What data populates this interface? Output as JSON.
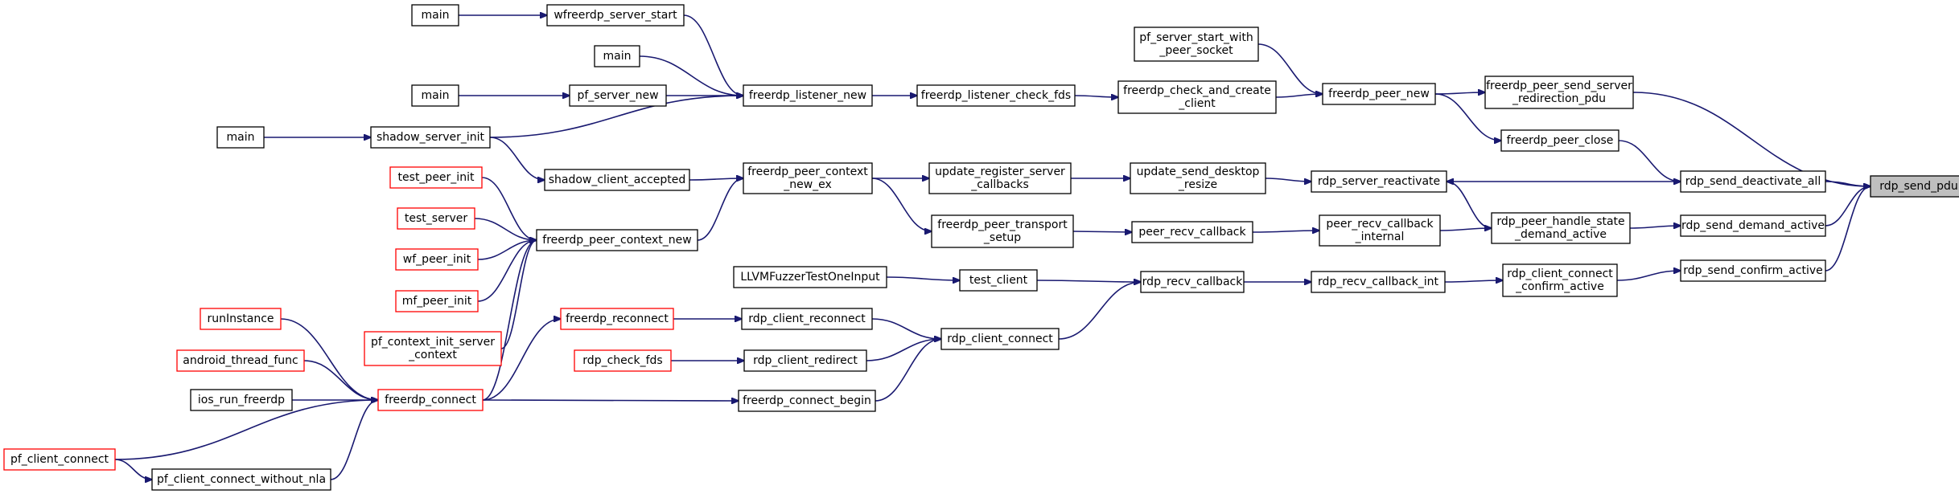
{
  "colors": {
    "edge": "#191970",
    "node_border_normal": "#000000",
    "node_border_truncated": "#ff0000",
    "node_fill": "#ffffff",
    "root_fill": "#bfbfbf"
  },
  "nodes": [
    {
      "id": "rdp_send_pdu",
      "lines": [
        "rdp_send_pdu"
      ],
      "border": "black",
      "root": true
    },
    {
      "id": "rdp_send_deactivate_all",
      "lines": [
        "rdp_send_deactivate_all"
      ],
      "border": "black"
    },
    {
      "id": "rdp_send_demand_active",
      "lines": [
        "rdp_send_demand_active"
      ],
      "border": "black"
    },
    {
      "id": "rdp_send_confirm_active",
      "lines": [
        "rdp_send_confirm_active"
      ],
      "border": "black"
    },
    {
      "id": "freerdp_peer_send_server_redirection_pdu",
      "lines": [
        "freerdp_peer_send_server",
        "_redirection_pdu"
      ],
      "border": "black"
    },
    {
      "id": "freerdp_peer_close",
      "lines": [
        "freerdp_peer_close"
      ],
      "border": "black"
    },
    {
      "id": "rdp_server_reactivate",
      "lines": [
        "rdp_server_reactivate"
      ],
      "border": "black"
    },
    {
      "id": "rdp_peer_handle_state_demand_active",
      "lines": [
        "rdp_peer_handle_state",
        "_demand_active"
      ],
      "border": "black"
    },
    {
      "id": "rdp_client_connect_confirm_active",
      "lines": [
        "rdp_client_connect",
        "_confirm_active"
      ],
      "border": "black"
    },
    {
      "id": "freerdp_peer_new",
      "lines": [
        "freerdp_peer_new"
      ],
      "border": "black"
    },
    {
      "id": "pf_server_start_with_peer_socket",
      "lines": [
        "pf_server_start_with",
        "_peer_socket"
      ],
      "border": "black"
    },
    {
      "id": "freerdp_check_and_create_client",
      "lines": [
        "freerdp_check_and_create",
        "_client"
      ],
      "border": "black"
    },
    {
      "id": "freerdp_listener_check_fds",
      "lines": [
        "freerdp_listener_check_fds"
      ],
      "border": "black"
    },
    {
      "id": "freerdp_listener_new",
      "lines": [
        "freerdp_listener_new"
      ],
      "border": "black"
    },
    {
      "id": "wfreerdp_server_start",
      "lines": [
        "wfreerdp_server_start"
      ],
      "border": "black"
    },
    {
      "id": "main_1",
      "lines": [
        "main"
      ],
      "border": "black"
    },
    {
      "id": "main_2",
      "lines": [
        "main"
      ],
      "border": "black"
    },
    {
      "id": "pf_server_new",
      "lines": [
        "pf_server_new"
      ],
      "border": "black"
    },
    {
      "id": "main_3",
      "lines": [
        "main"
      ],
      "border": "black"
    },
    {
      "id": "shadow_server_init",
      "lines": [
        "shadow_server_init"
      ],
      "border": "black"
    },
    {
      "id": "main_4",
      "lines": [
        "main"
      ],
      "border": "black"
    },
    {
      "id": "update_send_desktop_resize",
      "lines": [
        "update_send_desktop",
        "_resize"
      ],
      "border": "black"
    },
    {
      "id": "update_register_server_callbacks",
      "lines": [
        "update_register_server",
        "_callbacks"
      ],
      "border": "black"
    },
    {
      "id": "freerdp_peer_context_new_ex",
      "lines": [
        "freerdp_peer_context",
        "_new_ex"
      ],
      "border": "black"
    },
    {
      "id": "shadow_client_accepted",
      "lines": [
        "shadow_client_accepted"
      ],
      "border": "black"
    },
    {
      "id": "freerdp_peer_context_new",
      "lines": [
        "freerdp_peer_context_new"
      ],
      "border": "black"
    },
    {
      "id": "test_peer_init",
      "lines": [
        "test_peer_init"
      ],
      "border": "red"
    },
    {
      "id": "test_server",
      "lines": [
        "test_server"
      ],
      "border": "red"
    },
    {
      "id": "wf_peer_init",
      "lines": [
        "wf_peer_init"
      ],
      "border": "red"
    },
    {
      "id": "mf_peer_init",
      "lines": [
        "mf_peer_init"
      ],
      "border": "red"
    },
    {
      "id": "pf_context_init_server_context",
      "lines": [
        "pf_context_init_server",
        "_context"
      ],
      "border": "red"
    },
    {
      "id": "peer_recv_callback_internal",
      "lines": [
        "peer_recv_callback",
        "_internal"
      ],
      "border": "black"
    },
    {
      "id": "peer_recv_callback",
      "lines": [
        "peer_recv_callback"
      ],
      "border": "black"
    },
    {
      "id": "freerdp_peer_transport_setup",
      "lines": [
        "freerdp_peer_transport",
        "_setup"
      ],
      "border": "black"
    },
    {
      "id": "rdp_recv_callback_int",
      "lines": [
        "rdp_recv_callback_int"
      ],
      "border": "black"
    },
    {
      "id": "rdp_recv_callback",
      "lines": [
        "rdp_recv_callback"
      ],
      "border": "black"
    },
    {
      "id": "test_client",
      "lines": [
        "test_client"
      ],
      "border": "black"
    },
    {
      "id": "LLVMFuzzerTestOneInput",
      "lines": [
        "LLVMFuzzerTestOneInput"
      ],
      "border": "black"
    },
    {
      "id": "rdp_client_connect",
      "lines": [
        "rdp_client_connect"
      ],
      "border": "black"
    },
    {
      "id": "rdp_client_reconnect",
      "lines": [
        "rdp_client_reconnect"
      ],
      "border": "black"
    },
    {
      "id": "freerdp_reconnect",
      "lines": [
        "freerdp_reconnect"
      ],
      "border": "red"
    },
    {
      "id": "rdp_client_redirect",
      "lines": [
        "rdp_client_redirect"
      ],
      "border": "black"
    },
    {
      "id": "rdp_check_fds",
      "lines": [
        "rdp_check_fds"
      ],
      "border": "red"
    },
    {
      "id": "freerdp_connect_begin",
      "lines": [
        "freerdp_connect_begin"
      ],
      "border": "black"
    },
    {
      "id": "freerdp_connect",
      "lines": [
        "freerdp_connect"
      ],
      "border": "red"
    },
    {
      "id": "runInstance",
      "lines": [
        "runInstance"
      ],
      "border": "red"
    },
    {
      "id": "android_thread_func",
      "lines": [
        "android_thread_func"
      ],
      "border": "red"
    },
    {
      "id": "ios_run_freerdp",
      "lines": [
        "ios_run_freerdp"
      ],
      "border": "black"
    },
    {
      "id": "pf_client_connect",
      "lines": [
        "pf_client_connect"
      ],
      "border": "red"
    },
    {
      "id": "pf_client_connect_without_nla",
      "lines": [
        "pf_client_connect_without_nla"
      ],
      "border": "black"
    }
  ],
  "edges": [
    {
      "from": "rdp_send_deactivate_all",
      "to": "rdp_send_pdu"
    },
    {
      "from": "rdp_send_demand_active",
      "to": "rdp_send_pdu"
    },
    {
      "from": "rdp_send_confirm_active",
      "to": "rdp_send_pdu"
    },
    {
      "from": "freerdp_peer_send_server_redirection_pdu",
      "to": "rdp_send_pdu"
    },
    {
      "from": "freerdp_peer_close",
      "to": "rdp_send_deactivate_all"
    },
    {
      "from": "rdp_server_reactivate",
      "to": "rdp_send_deactivate_all"
    },
    {
      "from": "rdp_peer_handle_state_demand_active",
      "to": "rdp_send_demand_active"
    },
    {
      "from": "rdp_peer_handle_state_demand_active",
      "to": "rdp_server_reactivate"
    },
    {
      "from": "rdp_client_connect_confirm_active",
      "to": "rdp_send_confirm_active"
    },
    {
      "from": "freerdp_peer_new",
      "to": "freerdp_peer_send_server_redirection_pdu"
    },
    {
      "from": "freerdp_peer_new",
      "to": "freerdp_peer_close"
    },
    {
      "from": "pf_server_start_with_peer_socket",
      "to": "freerdp_peer_new"
    },
    {
      "from": "freerdp_check_and_create_client",
      "to": "freerdp_peer_new"
    },
    {
      "from": "freerdp_listener_check_fds",
      "to": "freerdp_check_and_create_client"
    },
    {
      "from": "freerdp_listener_new",
      "to": "freerdp_listener_check_fds"
    },
    {
      "from": "wfreerdp_server_start",
      "to": "freerdp_listener_new"
    },
    {
      "from": "main_1",
      "to": "wfreerdp_server_start"
    },
    {
      "from": "main_2",
      "to": "freerdp_listener_new"
    },
    {
      "from": "pf_server_new",
      "to": "freerdp_listener_new"
    },
    {
      "from": "main_3",
      "to": "pf_server_new"
    },
    {
      "from": "shadow_server_init",
      "to": "freerdp_listener_new"
    },
    {
      "from": "main_4",
      "to": "shadow_server_init"
    },
    {
      "from": "update_send_desktop_resize",
      "to": "rdp_server_reactivate"
    },
    {
      "from": "update_register_server_callbacks",
      "to": "update_send_desktop_resize"
    },
    {
      "from": "freerdp_peer_context_new_ex",
      "to": "update_register_server_callbacks"
    },
    {
      "from": "freerdp_peer_context_new_ex",
      "to": "freerdp_peer_transport_setup"
    },
    {
      "from": "shadow_client_accepted",
      "to": "freerdp_peer_context_new_ex"
    },
    {
      "from": "shadow_server_init",
      "to": "shadow_client_accepted"
    },
    {
      "from": "freerdp_peer_context_new",
      "to": "freerdp_peer_context_new_ex"
    },
    {
      "from": "test_peer_init",
      "to": "freerdp_peer_context_new"
    },
    {
      "from": "test_server",
      "to": "freerdp_peer_context_new"
    },
    {
      "from": "wf_peer_init",
      "to": "freerdp_peer_context_new"
    },
    {
      "from": "mf_peer_init",
      "to": "freerdp_peer_context_new"
    },
    {
      "from": "pf_context_init_server_context",
      "to": "freerdp_peer_context_new"
    },
    {
      "from": "peer_recv_callback_internal",
      "to": "rdp_peer_handle_state_demand_active"
    },
    {
      "from": "peer_recv_callback",
      "to": "peer_recv_callback_internal"
    },
    {
      "from": "freerdp_peer_transport_setup",
      "to": "peer_recv_callback"
    },
    {
      "from": "rdp_recv_callback_int",
      "to": "rdp_client_connect_confirm_active"
    },
    {
      "from": "rdp_recv_callback",
      "to": "rdp_recv_callback_int"
    },
    {
      "from": "test_client",
      "to": "rdp_recv_callback"
    },
    {
      "from": "LLVMFuzzerTestOneInput",
      "to": "test_client"
    },
    {
      "from": "rdp_client_connect",
      "to": "rdp_recv_callback"
    },
    {
      "from": "rdp_client_reconnect",
      "to": "rdp_client_connect"
    },
    {
      "from": "freerdp_reconnect",
      "to": "rdp_client_reconnect"
    },
    {
      "from": "rdp_client_redirect",
      "to": "rdp_client_connect"
    },
    {
      "from": "rdp_check_fds",
      "to": "rdp_client_redirect"
    },
    {
      "from": "freerdp_connect_begin",
      "to": "rdp_client_connect"
    },
    {
      "from": "freerdp_connect",
      "to": "freerdp_connect_begin"
    },
    {
      "from": "freerdp_connect",
      "to": "freerdp_reconnect"
    },
    {
      "from": "freerdp_connect",
      "to": "freerdp_peer_context_new"
    },
    {
      "from": "runInstance",
      "to": "freerdp_connect"
    },
    {
      "from": "android_thread_func",
      "to": "freerdp_connect"
    },
    {
      "from": "ios_run_freerdp",
      "to": "freerdp_connect"
    },
    {
      "from": "pf_client_connect",
      "to": "freerdp_connect"
    },
    {
      "from": "pf_client_connect",
      "to": "pf_client_connect_without_nla"
    },
    {
      "from": "pf_client_connect_without_nla",
      "to": "freerdp_connect"
    }
  ]
}
